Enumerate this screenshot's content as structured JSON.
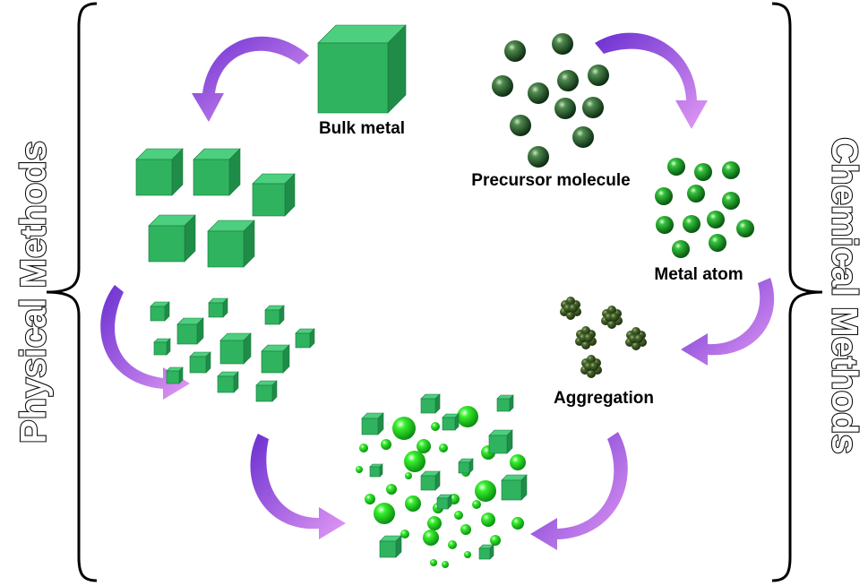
{
  "labels": {
    "bulk_metal": "Bulk metal",
    "precursor": "Precursor molecule",
    "metal_atom": "Metal atom",
    "aggregation": "Aggregation"
  },
  "side_labels": {
    "left": "Physical Methods",
    "right": "Chemical Methods"
  },
  "colors": {
    "cube_front": "#2fb35f",
    "cube_top": "#4ccf7e",
    "cube_side": "#1f8c47",
    "dark_sphere": "#1f5a2a",
    "metal_sphere": "#16a22a",
    "bright_sphere": "#22e31b",
    "cluster": "#3f5a23",
    "arrow_start": "#6a2fd0",
    "arrow_end": "#e39bf4"
  }
}
